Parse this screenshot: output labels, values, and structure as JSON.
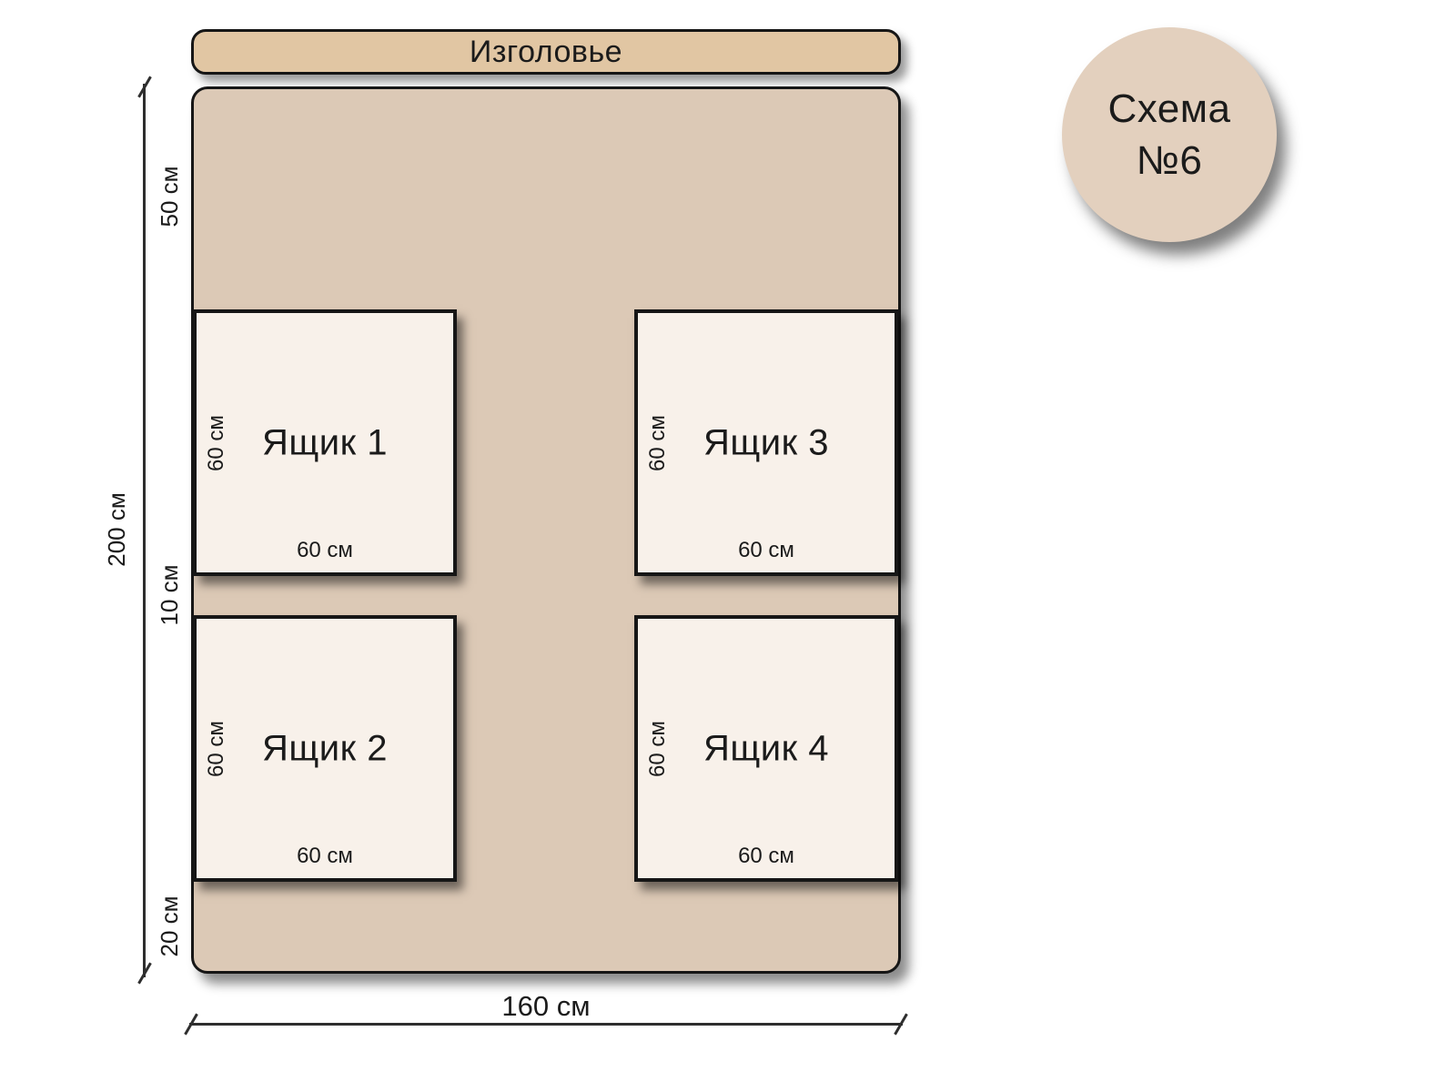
{
  "headboard": {
    "label": "Изголовье"
  },
  "badge": {
    "line1": "Схема",
    "line2": "№6"
  },
  "dims": {
    "height_total": "200 см",
    "gap_top": "50 см",
    "gap_middle": "10 см",
    "gap_bottom": "20 см",
    "width_total": "160 см"
  },
  "drawers": [
    {
      "name": "Ящик 1",
      "side": "60 см",
      "bottom": "60 см"
    },
    {
      "name": "Ящик 2",
      "side": "60 см",
      "bottom": "60 см"
    },
    {
      "name": "Ящик 3",
      "side": "60 см",
      "bottom": "60 см"
    },
    {
      "name": "Ящик 4",
      "side": "60 см",
      "bottom": "60 см"
    }
  ],
  "colors": {
    "bed": "#dcc9b6",
    "headboard": "#e1c6a3",
    "drawer": "#f8f1ea",
    "badge": "#e3d0be",
    "outline": "#161616",
    "line": "#2e2e2e",
    "text": "#1b1b1b"
  }
}
